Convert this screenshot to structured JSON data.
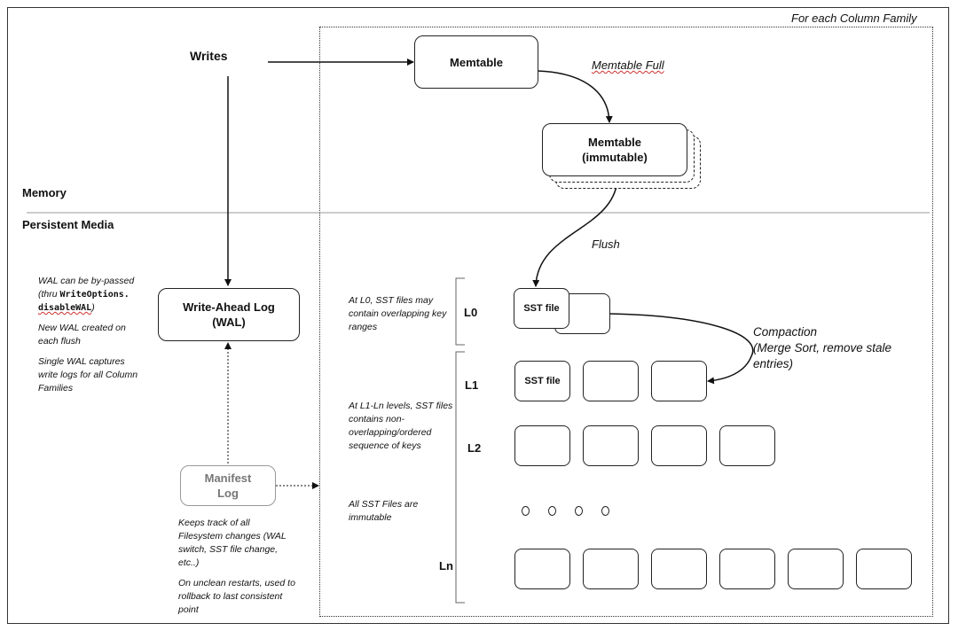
{
  "header": {
    "cf_label": "For each Column Family"
  },
  "sections": {
    "memory": "Memory",
    "persistent": "Persistent Media"
  },
  "writes": {
    "label": "Writes"
  },
  "memtable": {
    "label": "Memtable",
    "full_label": "Memtable Full"
  },
  "immutable": {
    "line1": "Memtable",
    "line2": "(immutable)"
  },
  "flush": {
    "label": "Flush"
  },
  "wal": {
    "line1": "Write-Ahead Log",
    "line2": "(WAL)"
  },
  "wal_notes": {
    "bypass_a": "WAL can be by-passed",
    "bypass_b": "(thru ",
    "bypass_code1": "WriteOptions",
    "bypass_dot": ".",
    "bypass_code2": "disableWAL",
    "bypass_c": ")",
    "new_a": "New WAL created on",
    "new_b": "each flush",
    "single_a": "Single WAL captures",
    "single_b": "write logs for all Column",
    "single_c": "Families"
  },
  "manifest": {
    "line1": "Manifest",
    "line2": "Log",
    "note1_a": "Keeps track of all",
    "note1_b": "Filesystem changes (WAL",
    "note1_c": "switch, SST file change,",
    "note1_d": "etc..)",
    "note2_a": "On unclean restarts, used to",
    "note2_b": "rollback to last consistent",
    "note2_c": "point"
  },
  "levels": {
    "l0": "L0",
    "l1": "L1",
    "l2": "L2",
    "ln": "Ln"
  },
  "level_notes": {
    "l0_a": "At L0, SST files may",
    "l0_b": "contain overlapping key",
    "l0_c": "ranges",
    "ln_a": "At L1-Ln levels, SST files",
    "ln_b": "contains non-",
    "ln_c": "overlapping/ordered",
    "ln_d": "sequence of keys",
    "imm_a": "All SST Files are",
    "imm_b": "immutable"
  },
  "sst": {
    "l0_label": "SST file",
    "l1_label": "SST file"
  },
  "compaction": {
    "line1": "Compaction",
    "line2": "(Merge Sort, remove stale",
    "line3": "entries)"
  }
}
